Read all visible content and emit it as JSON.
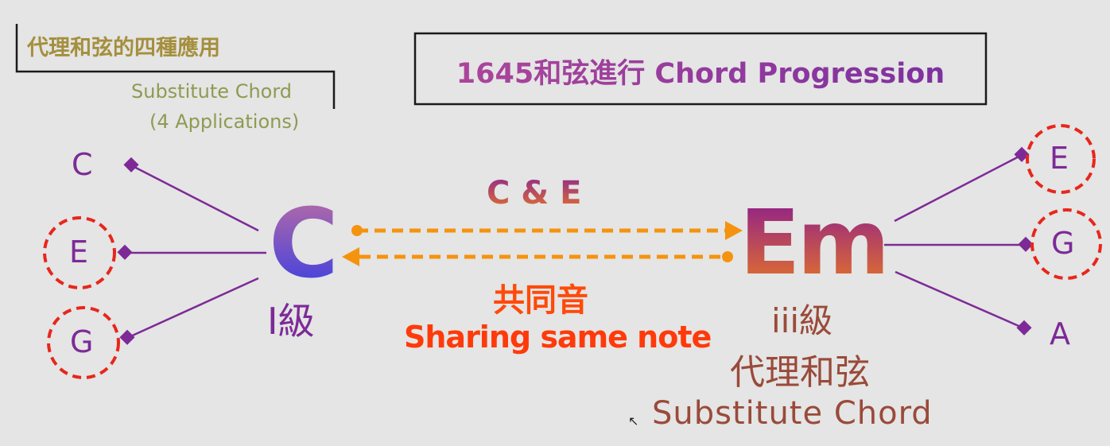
{
  "header": {
    "section_title_zh": "代理和弦的四種應用",
    "section_title_en_line1": "Substitute Chord",
    "section_title_en_line2": "(4 Applications)",
    "main_title": "1645和弦進行 Chord Progression"
  },
  "left_chord": {
    "name": "C",
    "degree": "I級",
    "notes": [
      "C",
      "E",
      "G"
    ],
    "circled": [
      "E",
      "G"
    ]
  },
  "right_chord": {
    "name": "Em",
    "degree": "iii級",
    "role_zh": "代理和弦",
    "role_en": "Substitute Chord",
    "notes": [
      "E",
      "G",
      "A"
    ],
    "circled": [
      "E",
      "G"
    ]
  },
  "shared": {
    "notes": "C & E",
    "label_zh": "共同音",
    "label_en": "Sharing same note"
  },
  "colors": {
    "circle": "#e8261c",
    "arrow": "#f5930f",
    "line": "#7d2a97",
    "shared_text": "#ff3a0a"
  }
}
